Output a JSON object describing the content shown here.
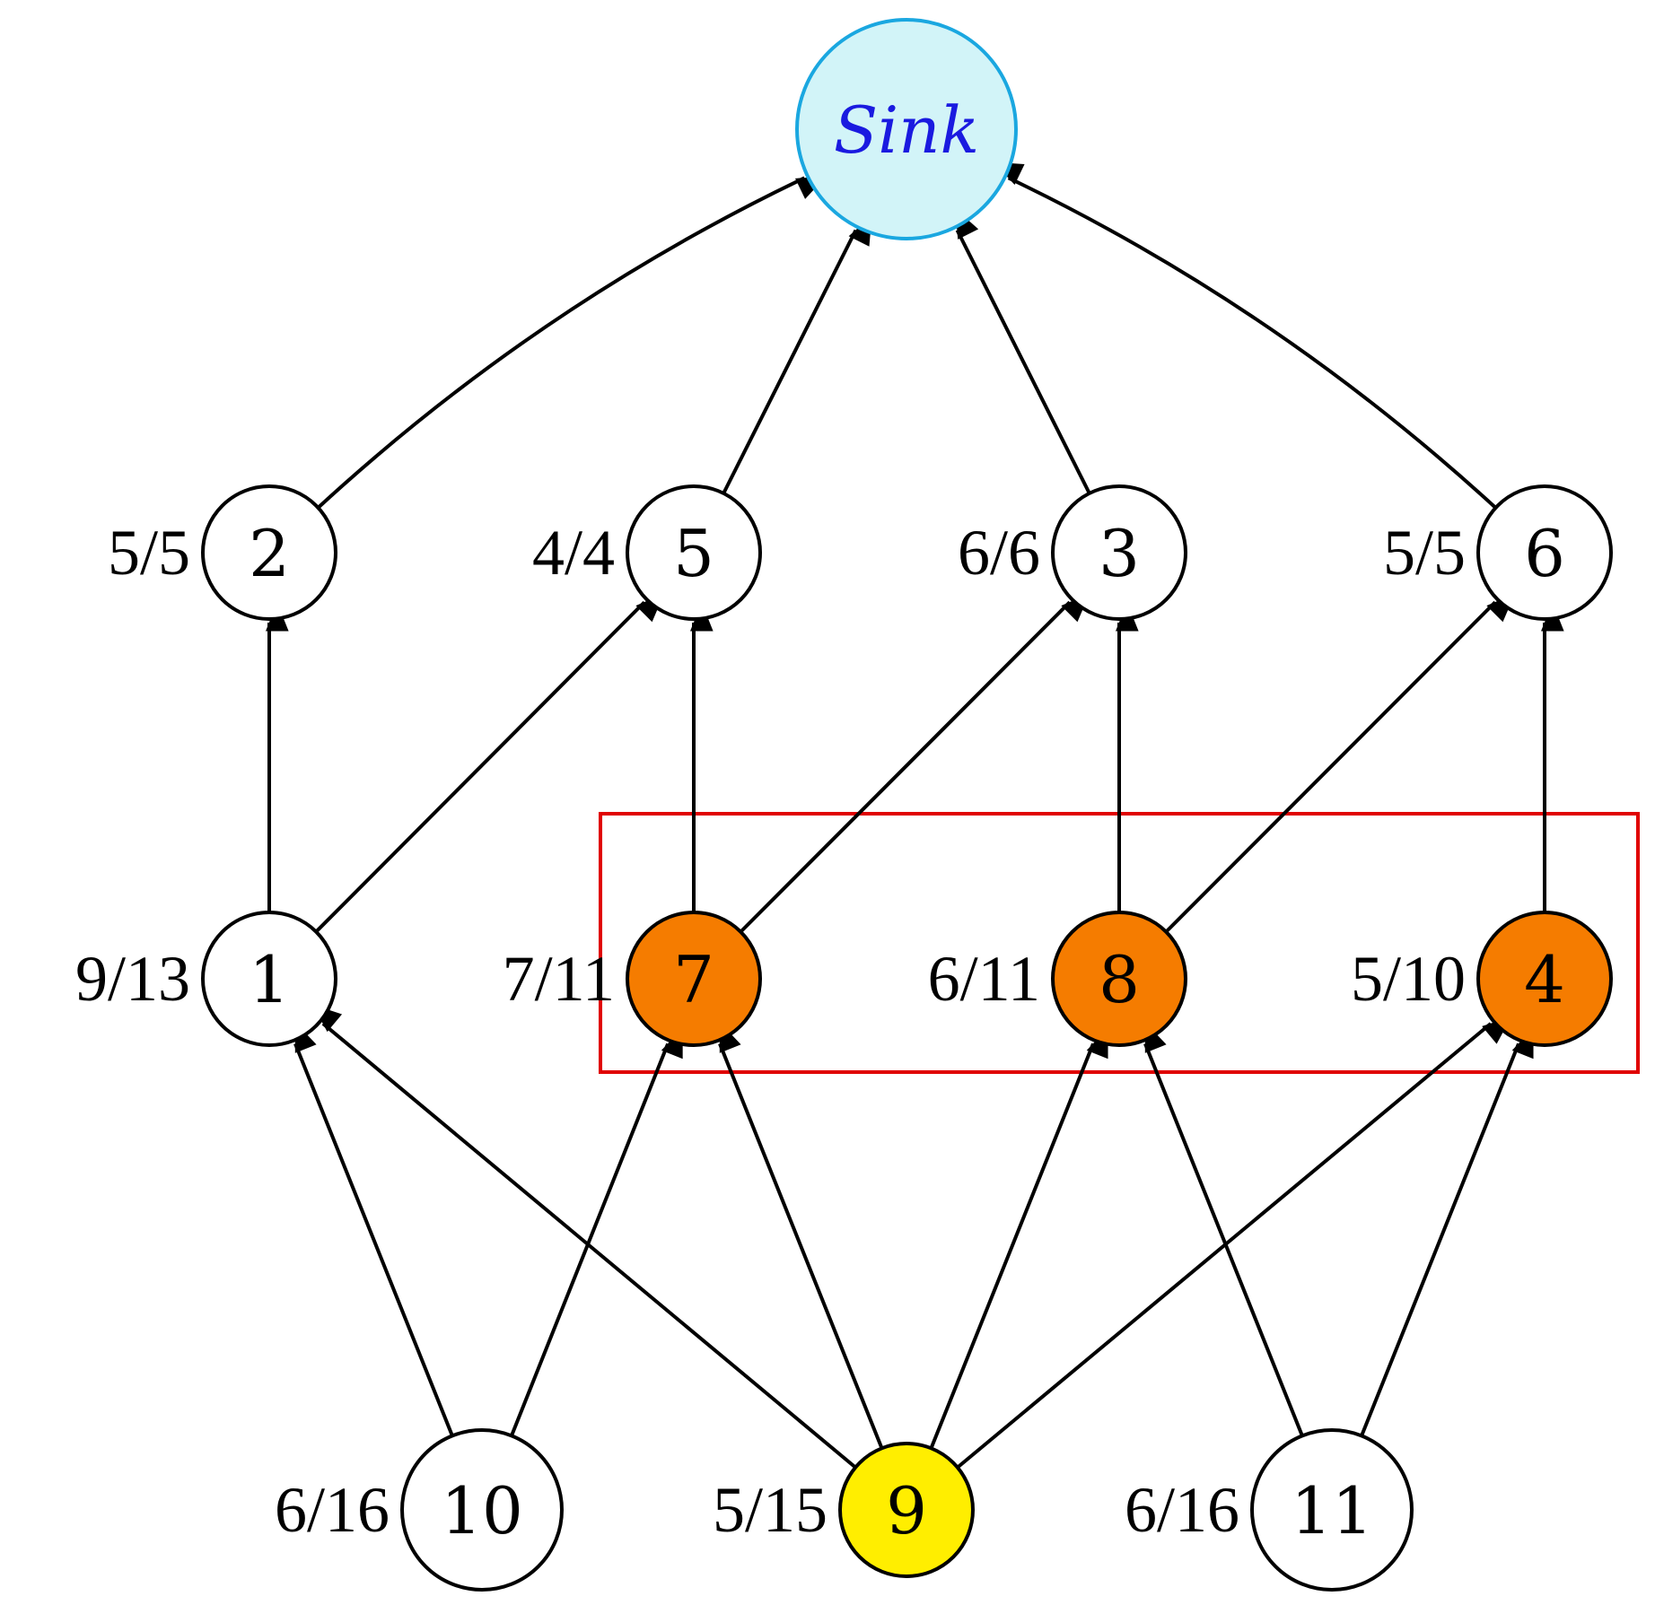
{
  "colors": {
    "sink_fill": "#d2f4f8",
    "sink_stroke": "#1aa7e0",
    "sink_text": "#1a1ae0",
    "orange": "#f57c00",
    "yellow": "#ffee00",
    "white": "#ffffff",
    "highlight_box": "#e00000"
  },
  "nodes": [
    {
      "id": "sink",
      "label": "Sink",
      "ratio": "",
      "style": "sink"
    },
    {
      "id": "n2",
      "label": "2",
      "ratio": "5/5",
      "style": "white"
    },
    {
      "id": "n5",
      "label": "5",
      "ratio": "4/4",
      "style": "white"
    },
    {
      "id": "n3",
      "label": "3",
      "ratio": "6/6",
      "style": "white"
    },
    {
      "id": "n6",
      "label": "6",
      "ratio": "5/5",
      "style": "white"
    },
    {
      "id": "n1",
      "label": "1",
      "ratio": "9/13",
      "style": "white"
    },
    {
      "id": "n7",
      "label": "7",
      "ratio": "7/11",
      "style": "orange"
    },
    {
      "id": "n8",
      "label": "8",
      "ratio": "6/11",
      "style": "orange"
    },
    {
      "id": "n4",
      "label": "4",
      "ratio": "5/10",
      "style": "orange"
    },
    {
      "id": "n10",
      "label": "10",
      "ratio": "6/16",
      "style": "white"
    },
    {
      "id": "n9",
      "label": "9",
      "ratio": "5/15",
      "style": "yellow"
    },
    {
      "id": "n11",
      "label": "11",
      "ratio": "6/16",
      "style": "white"
    }
  ],
  "edges": [
    {
      "from": "n2",
      "to": "sink"
    },
    {
      "from": "n5",
      "to": "sink"
    },
    {
      "from": "n3",
      "to": "sink"
    },
    {
      "from": "n6",
      "to": "sink"
    },
    {
      "from": "n1",
      "to": "n2"
    },
    {
      "from": "n1",
      "to": "n5"
    },
    {
      "from": "n7",
      "to": "n5"
    },
    {
      "from": "n7",
      "to": "n3"
    },
    {
      "from": "n8",
      "to": "n3"
    },
    {
      "from": "n8",
      "to": "n6"
    },
    {
      "from": "n4",
      "to": "n6"
    },
    {
      "from": "n10",
      "to": "n1"
    },
    {
      "from": "n10",
      "to": "n7"
    },
    {
      "from": "n9",
      "to": "n1"
    },
    {
      "from": "n9",
      "to": "n7"
    },
    {
      "from": "n9",
      "to": "n8"
    },
    {
      "from": "n9",
      "to": "n4"
    },
    {
      "from": "n11",
      "to": "n8"
    },
    {
      "from": "n11",
      "to": "n4"
    }
  ],
  "highlight_group": [
    "n7",
    "n8",
    "n4"
  ]
}
